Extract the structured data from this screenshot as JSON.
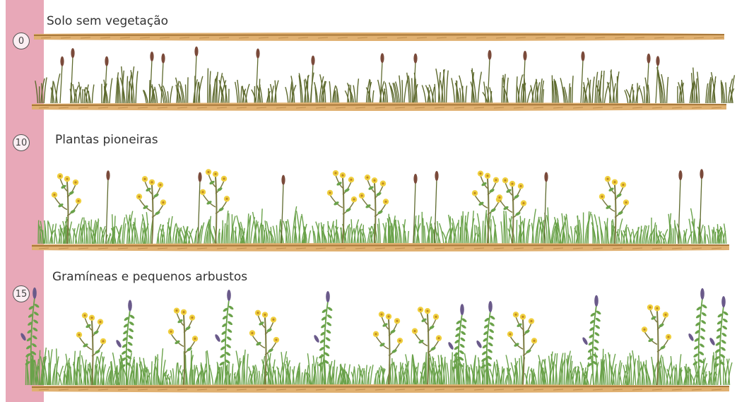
{
  "stages": [
    {
      "year": "0",
      "title": "Solo sem vegetação"
    },
    {
      "year": "10",
      "title": "Plantas pioneiras"
    },
    {
      "year": "15",
      "title": "Gramíneas e pequenos arbustos"
    }
  ],
  "colors": {
    "timeline": "#e8a8b8",
    "soil": "#e0b070",
    "soil_shadow": "#a8783a",
    "grass": "#6aa24a",
    "grass_dark": "#5e6a2e",
    "seed_head": "#7a4a3a",
    "flower_yellow": "#f0d040",
    "flower_center": "#c08820",
    "lavender": "#6a5a8a",
    "stem": "#7a7a40"
  }
}
